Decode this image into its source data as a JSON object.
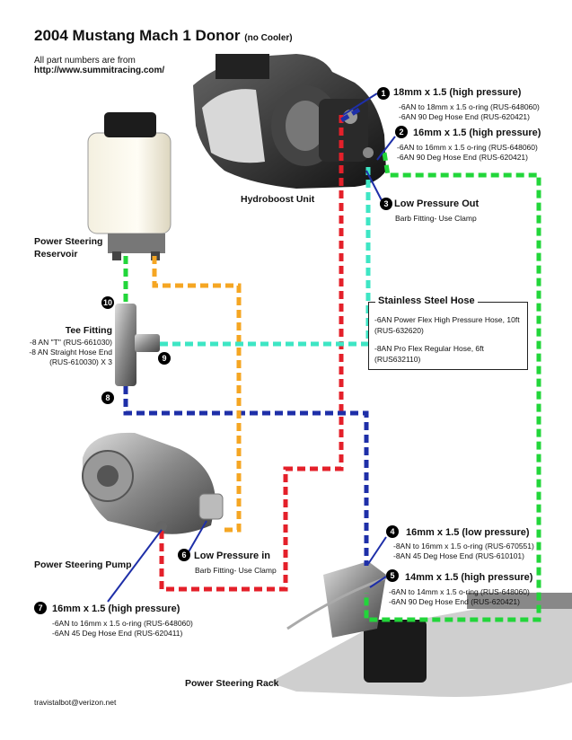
{
  "title": "2004 Mustang Mach 1 Donor",
  "title_note": "(no Cooler)",
  "source_line1": "All part numbers are from",
  "source_line2": "http://www.summitracing.com/",
  "components": {
    "hydroboost": "Hydroboost Unit",
    "reservoir_line1": "Power Steering",
    "reservoir_line2": "Reservoir",
    "pump": "Power Steering Pump",
    "rack": "Power Steering Rack"
  },
  "tee": {
    "title": "Tee Fitting",
    "line1": "-8 AN \"T\" (RUS-661030)",
    "line2": "-8 AN Straight Hose End",
    "line3": "(RUS-610030) X 3"
  },
  "callouts": {
    "c1": {
      "num": "1",
      "head": "18mm x 1.5 (high pressure)",
      "line1": "-6AN to 18mm x 1.5 o-ring (RUS-648060)",
      "line2": "-6AN 90 Deg Hose End (RUS-620421)"
    },
    "c2": {
      "num": "2",
      "head": "16mm x 1.5 (high pressure)",
      "line1": "-6AN to 16mm x 1.5 o-ring (RUS-648060)",
      "line2": "-6AN 90 Deg Hose End (RUS-620421)"
    },
    "c3": {
      "num": "3",
      "head": "Low Pressure Out",
      "line1": "Barb Fitting- Use Clamp"
    },
    "c4": {
      "num": "4",
      "head": "16mm x 1.5 (low pressure)",
      "line1": "-8AN to 16mm x 1.5 o-ring (RUS-670551)",
      "line2": "-8AN 45 Deg Hose End (RUS-610101)"
    },
    "c5": {
      "num": "5",
      "head": "14mm x 1.5 (high pressure)",
      "line1": "-6AN to 14mm x 1.5 o-ring (RUS-648060)",
      "line2": "-6AN 90 Deg Hose End (RUS-620421)"
    },
    "c6": {
      "num": "6",
      "head": "Low Pressure in",
      "line1": "Barb Fitting- Use Clamp"
    },
    "c7": {
      "num": "7",
      "head": "16mm x 1.5 (high pressure)",
      "line1": "-6AN to 16mm x 1.5 o-ring (RUS-648060)",
      "line2": "-6AN 45 Deg Hose End (RUS-620411)"
    },
    "c8": {
      "num": "8"
    },
    "c9": {
      "num": "9"
    },
    "c10": {
      "num": "10"
    }
  },
  "stainless": {
    "title": "Stainless Steel Hose",
    "line1": "-6AN Power Flex High Pressure Hose, 10ft",
    "line2": "(RUS-632620)",
    "line3": "-8AN Pro Flex Regular Hose, 6ft",
    "line4": "(RUS632110)"
  },
  "email": "travistalbot@verizon.net",
  "colors": {
    "red": "#e4202a",
    "blue": "#1e2fa8",
    "green": "#22d63a",
    "orange": "#f5a623",
    "teal": "#3ee6c4"
  }
}
